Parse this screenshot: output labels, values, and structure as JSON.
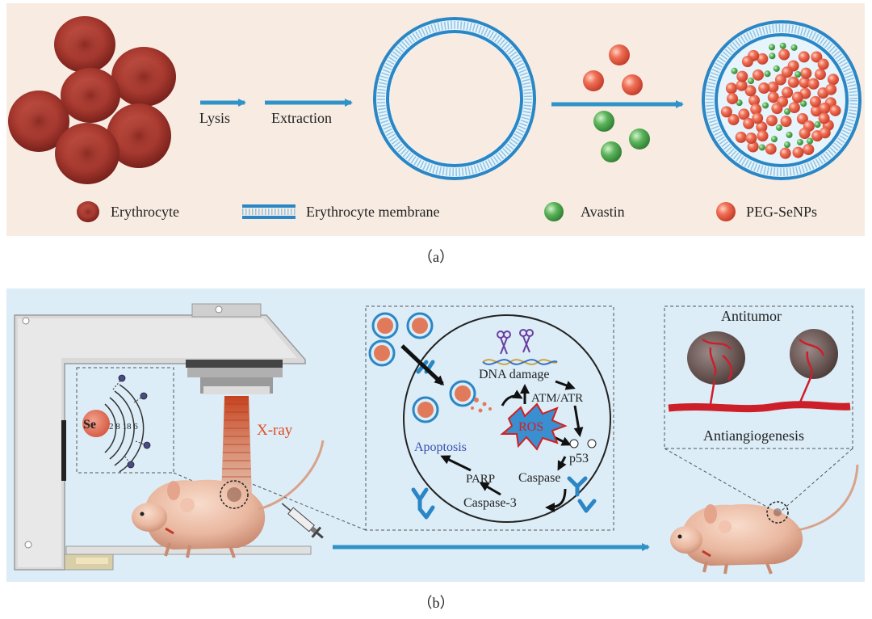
{
  "panel_a": {
    "steps": [
      "Lysis",
      "Extraction"
    ],
    "legend": [
      "Erythrocyte",
      "Erythrocyte membrane",
      "Avastin",
      "PEG-SeNPs"
    ],
    "caption": "（a）",
    "colors": {
      "background": "#f8ece2",
      "arrow": "#2f93c8",
      "erythrocyte": "#a83a30",
      "membrane": "#2a86c5",
      "avastin": "#4aa64a",
      "seNP": "#e8604a"
    }
  },
  "panel_b": {
    "caption": "（b）",
    "xray_label": "X-ray",
    "atom": {
      "symbol": "Se",
      "shells": "2 8 18 6"
    },
    "cell_labels": {
      "dna_damage": "DNA damage",
      "atm_atr": "ATM/ATR",
      "ros": "ROS",
      "p53": "p53",
      "apoptosis": "Apoptosis",
      "caspase": "Caspase",
      "parp": "PARP",
      "caspase3": "Caspase-3"
    },
    "tumor_labels": {
      "antitumor": "Antitumor",
      "antiangiogenesis": "Antiangiogenesis"
    },
    "colors": {
      "background": "#dcedf7",
      "xray_text": "#e04a22",
      "apoptosis_text": "#3a4fb0",
      "ros_fill": "#3a8fd0",
      "ros_text": "#d22020",
      "vessel": "#cc1f2a"
    }
  }
}
